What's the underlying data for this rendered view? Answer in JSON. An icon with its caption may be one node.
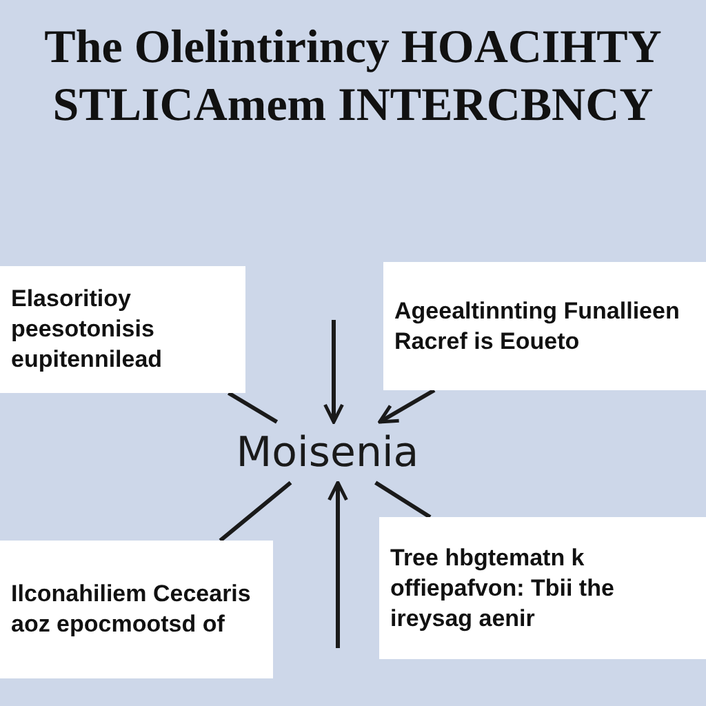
{
  "diagram": {
    "title": "The Olelintirincy HOACIHTY STLICAmem INTERCBNCY",
    "nodes": [
      {
        "text": [
          "Elasoritioy peesotonisis eupitennilead"
        ]
      },
      {
        "text": [
          "Ageealtinnting Funallieen Racref is Eoueto"
        ]
      },
      {
        "text": [
          "Ilconahiliem Cecearis aoz epocmootsd of"
        ]
      },
      {
        "text": [
          "Tree hbgtematn k offiepafvon: Tbii the ireysag aenir"
        ]
      },
      {
        "text": [
          "Moisenia"
        ]
      }
    ],
    "edges": [
      {
        "from": 0,
        "to": 4,
        "arrow": "none"
      },
      {
        "from": null,
        "to": 4,
        "arrow": "to"
      },
      {
        "from": 1,
        "to": 4,
        "arrow": "to"
      },
      {
        "from": 4,
        "to": 2,
        "arrow": "none"
      },
      {
        "from": 4,
        "to": 3,
        "arrow": "none"
      },
      {
        "from": null,
        "to": 4,
        "arrow": "to"
      }
    ]
  }
}
